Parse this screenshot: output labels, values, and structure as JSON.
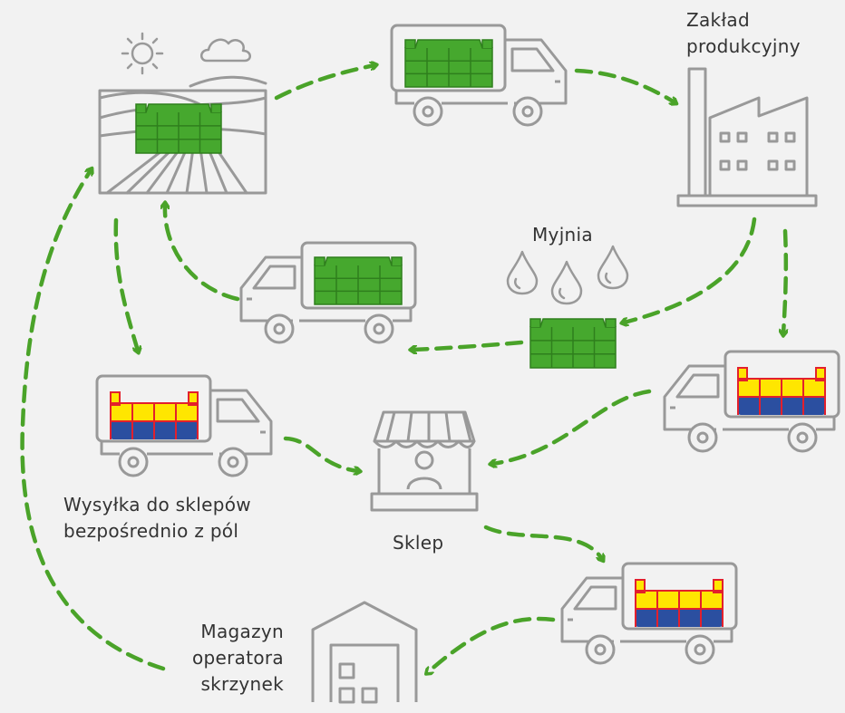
{
  "labels": {
    "factory": [
      "Zakład",
      "produkcyjny"
    ],
    "washing": "Myjnia",
    "shop": "Sklep",
    "direct": [
      "Wysyłka do sklepów",
      "bezpośrednio z pól"
    ],
    "warehouse": [
      "Magazyn",
      "operatora",
      "skrzynek"
    ]
  },
  "colors": {
    "background": "#f2f2f2",
    "outline": "#999999",
    "arrow": "#4aa329",
    "crate_green": "#46a82e",
    "crate_green_dark": "#2f7f1d",
    "crate_yellow": "#ffe600",
    "crate_blue": "#2b4fa0",
    "crate_red": "#e3202c"
  },
  "icons": [
    "field-icon",
    "sun-icon",
    "cloud-icon",
    "truck-icon",
    "factory-icon",
    "water-drop-icon",
    "green-crate-icon",
    "filled-crate-icon",
    "shop-icon",
    "warehouse-icon"
  ]
}
